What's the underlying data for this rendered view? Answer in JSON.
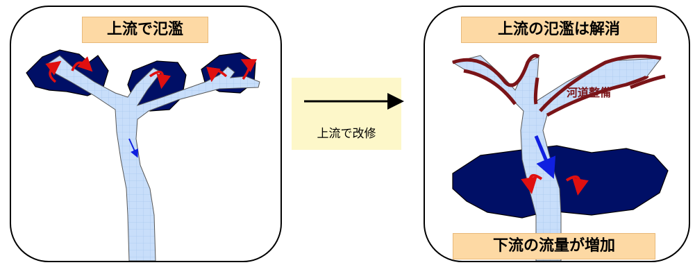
{
  "left_panel": {
    "title": "上流で氾濫"
  },
  "middle": {
    "caption": "上流で改修"
  },
  "right_panel": {
    "title": "上流の氾濫は解消",
    "river_label": "河道整備",
    "bottom_title": "下流の流量が増加"
  },
  "colors": {
    "flood": "#000f66",
    "river": "#c8defa",
    "arrow_red": "#e01010",
    "arrow_blue": "#1020e0",
    "levee": "#7a1418",
    "label_bg": "#fdd9a4",
    "middle_bg": "#fdf7c9"
  }
}
